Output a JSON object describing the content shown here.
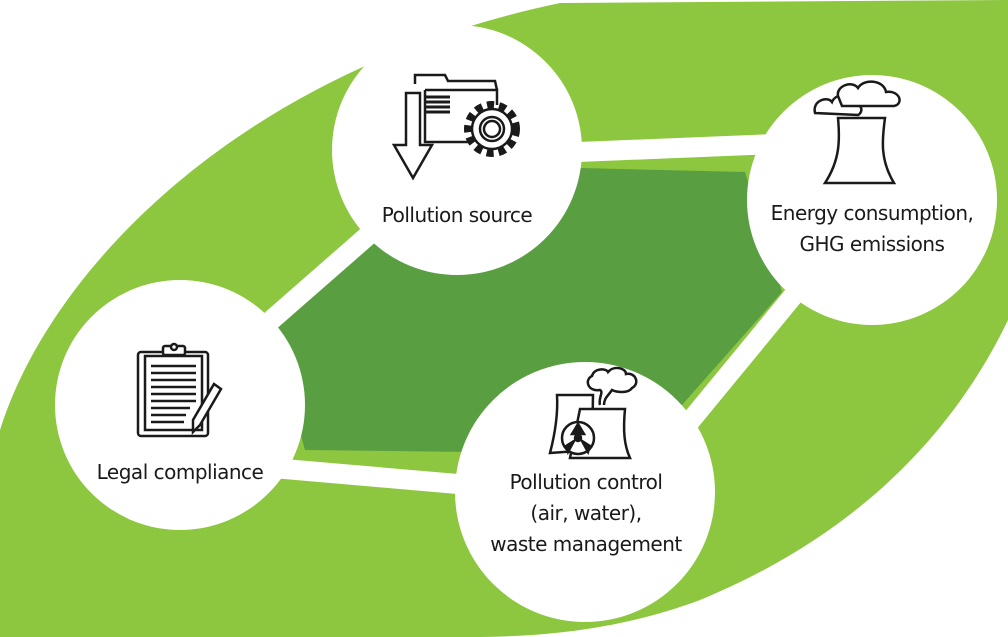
{
  "colors": {
    "leaf": "#8dc63f",
    "center": "#5a9e42",
    "node": "#ffffff",
    "icon": "#1a1a1a"
  },
  "nodes": {
    "pollution_source": {
      "label": "Pollution source",
      "icon": "folder-gear-arrow-icon"
    },
    "energy": {
      "line1": "Energy consumption,",
      "line2": "GHG emissions",
      "icon": "cloud-cooling-tower-icon"
    },
    "legal": {
      "label": "Legal compliance",
      "icon": "clipboard-pen-icon"
    },
    "pollution_control": {
      "line1": "Pollution control",
      "line2": "(air, water),",
      "line3": "waste management",
      "icon": "nuclear-plant-icon"
    }
  }
}
